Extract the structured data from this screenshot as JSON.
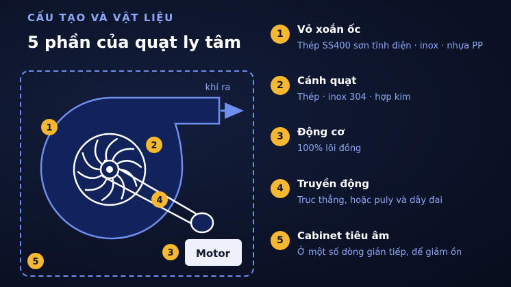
{
  "header": {
    "eyebrow": "CẤU TẠO VÀ VẬT LIỆU",
    "title": "5 phần của quạt ly tâm"
  },
  "diagram": {
    "outlet_label": "khí ra",
    "motor_label": "Motor",
    "badges": [
      "1",
      "2",
      "3",
      "4",
      "5"
    ],
    "colors": {
      "outline": "#6f8ff0",
      "housing_fill": "#12225a",
      "badge": "#f7b731",
      "motor_box": "#eef1fb"
    }
  },
  "parts": [
    {
      "number": "1",
      "title": "Vỏ xoắn ốc",
      "desc": "Thép SS400 sơn tĩnh điện · inox · nhựa PP"
    },
    {
      "number": "2",
      "title": "Cánh quạt",
      "desc": "Thép · inox 304 · hợp kim"
    },
    {
      "number": "3",
      "title": "Động cơ",
      "desc": "100% lõi đồng"
    },
    {
      "number": "4",
      "title": "Truyền động",
      "desc": "Trục thẳng, hoặc puly và dây đai"
    },
    {
      "number": "5",
      "title": "Cabinet tiêu âm",
      "desc": "Ở một số dòng gián tiếp, để giảm ồn"
    }
  ]
}
